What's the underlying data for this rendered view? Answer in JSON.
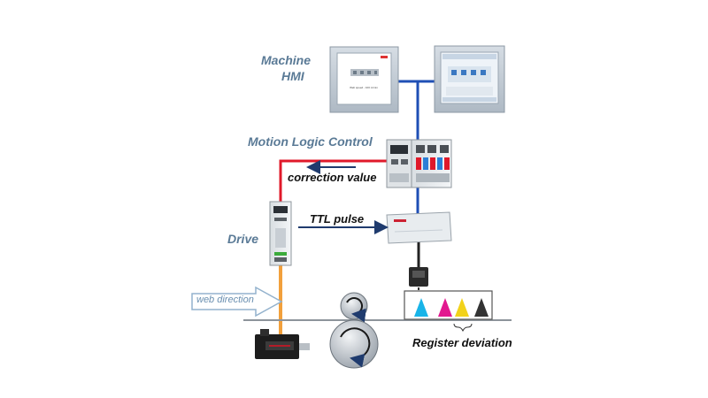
{
  "labels": {
    "machine_hmi_line1": "Machine",
    "machine_hmi_line2": "HMI",
    "motion_logic_control": "Motion Logic Control",
    "correction_value": "correction value",
    "drive": "Drive",
    "ttl_pulse": "TTL pulse",
    "web_direction": "web direction",
    "register_deviation": "Register deviation"
  },
  "hmi_screen": {
    "small_text": "Web speed - 100 m/min"
  },
  "colors": {
    "ethernet_blue": "#1f4fb5",
    "correction_red": "#e0192a",
    "motor_orange": "#f2a03c",
    "arrow_navy": "#1f3b6e",
    "label_blue": "#5a7a96",
    "mark_cyan": "#19b4e8",
    "mark_magenta": "#e2188f",
    "mark_yellow": "#f2d21a",
    "mark_black": "#333333"
  }
}
